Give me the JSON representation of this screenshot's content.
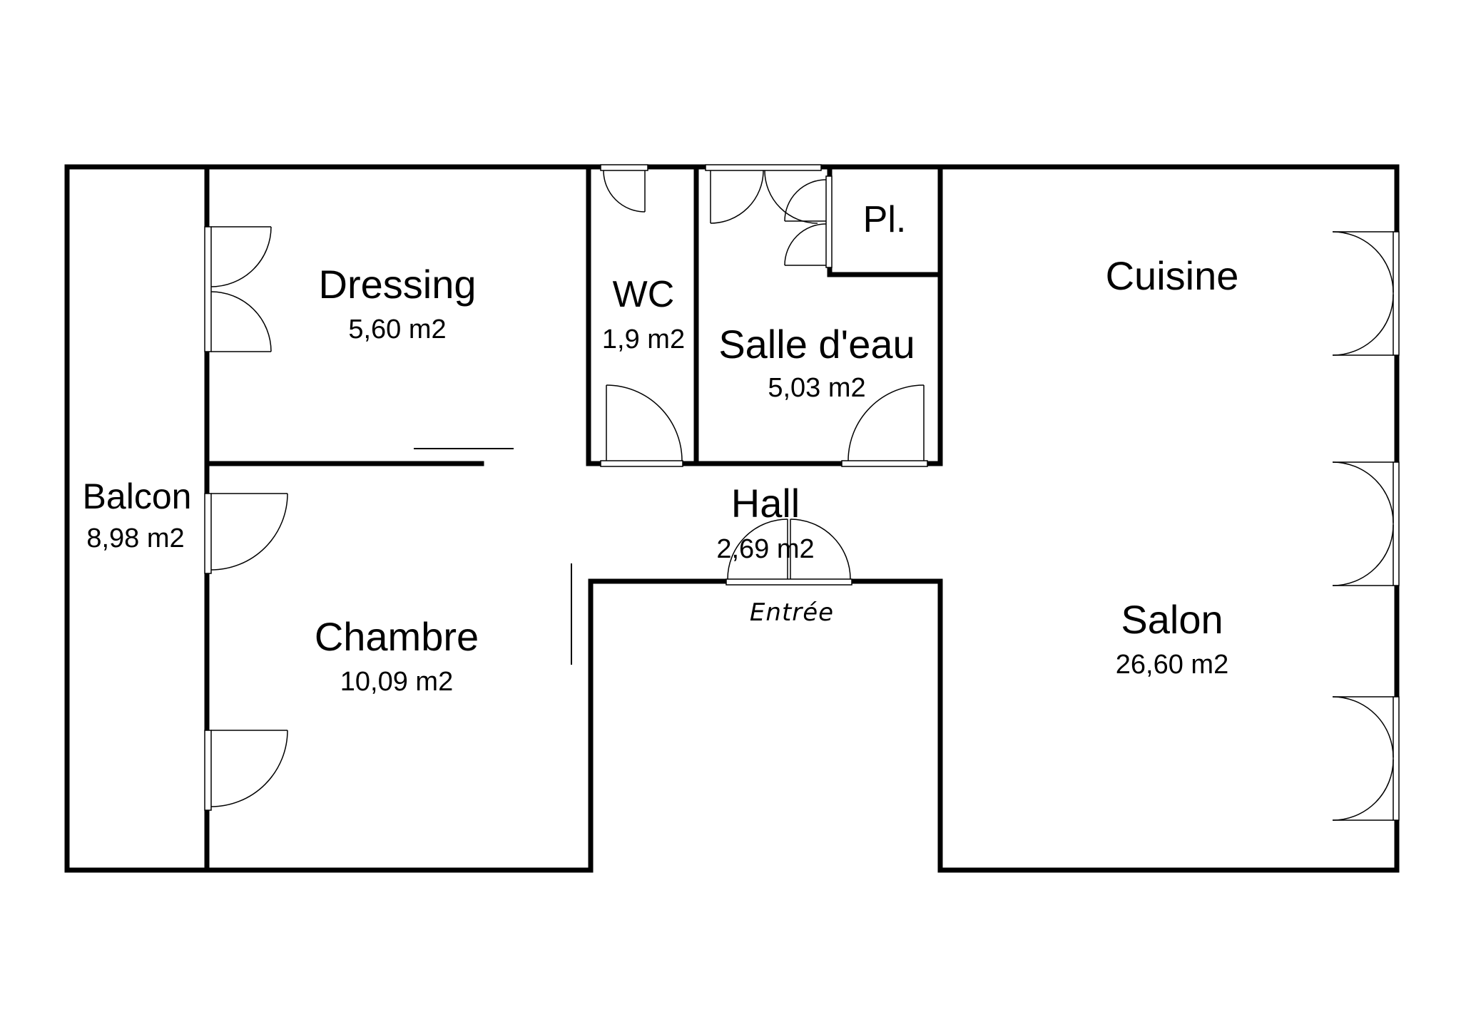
{
  "rooms": {
    "dressing": {
      "name": "Dressing",
      "area": "5,60 m2"
    },
    "wc": {
      "name": "WC",
      "area": "1,9 m2"
    },
    "salle_deau": {
      "name": "Salle d'eau",
      "area": "5,03 m2"
    },
    "placard": {
      "name": "Pl."
    },
    "cuisine": {
      "name": "Cuisine"
    },
    "balcon": {
      "name": "Balcon",
      "area": "8,98 m2"
    },
    "hall": {
      "name": "Hall",
      "area": "2,69 m2"
    },
    "chambre": {
      "name": "Chambre",
      "area": "10,09 m2"
    },
    "salon": {
      "name": "Salon",
      "area": "26,60 m2"
    }
  },
  "labels": {
    "entrance": "Entrée"
  }
}
